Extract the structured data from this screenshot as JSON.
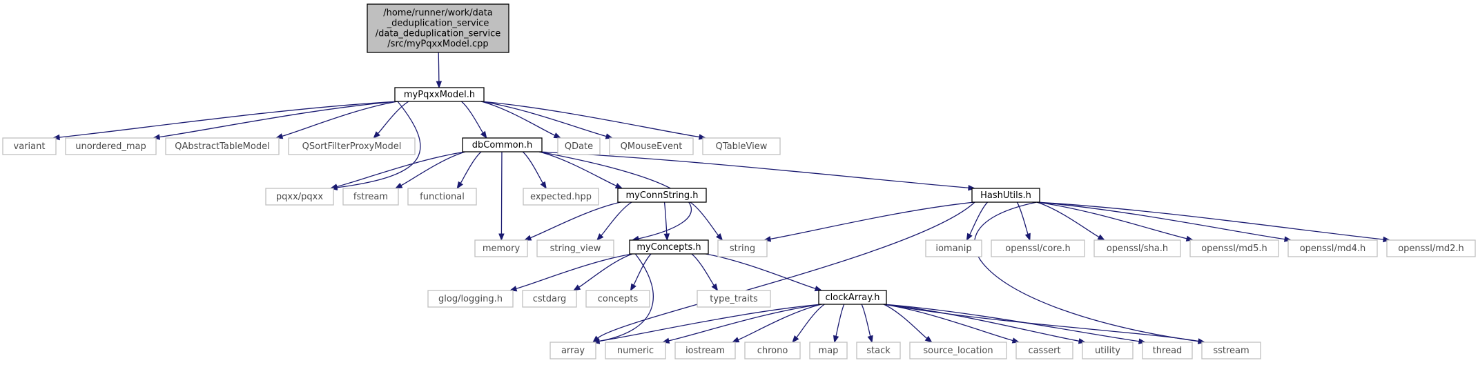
{
  "diagram": {
    "title": "",
    "nodes": [
      {
        "id": "root",
        "kind": "root",
        "lines": [
          "/home/runner/work/data",
          "_deduplication_service",
          "/data_deduplication_service",
          "/src/myPqxxModel.cpp"
        ]
      },
      {
        "id": "myPqxxModel",
        "kind": "main",
        "lines": [
          "myPqxxModel.h"
        ]
      },
      {
        "id": "variant",
        "kind": "ext",
        "lines": [
          "variant"
        ]
      },
      {
        "id": "unordered_map",
        "kind": "ext",
        "lines": [
          "unordered_map"
        ]
      },
      {
        "id": "QAbstractTableModel",
        "kind": "ext",
        "lines": [
          "QAbstractTableModel"
        ]
      },
      {
        "id": "QSortFilterProxyModel",
        "kind": "ext",
        "lines": [
          "QSortFilterProxyModel"
        ]
      },
      {
        "id": "dbCommon",
        "kind": "main",
        "lines": [
          "dbCommon.h"
        ]
      },
      {
        "id": "QDate",
        "kind": "ext",
        "lines": [
          "QDate"
        ]
      },
      {
        "id": "QMouseEvent",
        "kind": "ext",
        "lines": [
          "QMouseEvent"
        ]
      },
      {
        "id": "QTableView",
        "kind": "ext",
        "lines": [
          "QTableView"
        ]
      },
      {
        "id": "pqxx",
        "kind": "ext",
        "lines": [
          "pqxx/pqxx"
        ]
      },
      {
        "id": "fstream",
        "kind": "ext",
        "lines": [
          "fstream"
        ]
      },
      {
        "id": "functional",
        "kind": "ext",
        "lines": [
          "functional"
        ]
      },
      {
        "id": "expected",
        "kind": "ext",
        "lines": [
          "expected.hpp"
        ]
      },
      {
        "id": "myConnString",
        "kind": "main",
        "lines": [
          "myConnString.h"
        ]
      },
      {
        "id": "HashUtils",
        "kind": "main",
        "lines": [
          "HashUtils.h"
        ]
      },
      {
        "id": "memory",
        "kind": "ext",
        "lines": [
          "memory"
        ]
      },
      {
        "id": "string_view",
        "kind": "ext",
        "lines": [
          "string_view"
        ]
      },
      {
        "id": "myConcepts",
        "kind": "main",
        "lines": [
          "myConcepts.h"
        ]
      },
      {
        "id": "string",
        "kind": "ext",
        "lines": [
          "string"
        ]
      },
      {
        "id": "iomanip",
        "kind": "ext",
        "lines": [
          "iomanip"
        ]
      },
      {
        "id": "openssl_core",
        "kind": "ext",
        "lines": [
          "openssl/core.h"
        ]
      },
      {
        "id": "openssl_sha",
        "kind": "ext",
        "lines": [
          "openssl/sha.h"
        ]
      },
      {
        "id": "openssl_md5",
        "kind": "ext",
        "lines": [
          "openssl/md5.h"
        ]
      },
      {
        "id": "openssl_md4",
        "kind": "ext",
        "lines": [
          "openssl/md4.h"
        ]
      },
      {
        "id": "openssl_md2",
        "kind": "ext",
        "lines": [
          "openssl/md2.h"
        ]
      },
      {
        "id": "glog",
        "kind": "ext",
        "lines": [
          "glog/logging.h"
        ]
      },
      {
        "id": "cstdarg",
        "kind": "ext",
        "lines": [
          "cstdarg"
        ]
      },
      {
        "id": "concepts",
        "kind": "ext",
        "lines": [
          "concepts"
        ]
      },
      {
        "id": "type_traits",
        "kind": "ext",
        "lines": [
          "type_traits"
        ]
      },
      {
        "id": "clockArray",
        "kind": "main",
        "lines": [
          "clockArray.h"
        ]
      },
      {
        "id": "array",
        "kind": "ext",
        "lines": [
          "array"
        ]
      },
      {
        "id": "numeric",
        "kind": "ext",
        "lines": [
          "numeric"
        ]
      },
      {
        "id": "iostream",
        "kind": "ext",
        "lines": [
          "iostream"
        ]
      },
      {
        "id": "chrono",
        "kind": "ext",
        "lines": [
          "chrono"
        ]
      },
      {
        "id": "map",
        "kind": "ext",
        "lines": [
          "map"
        ]
      },
      {
        "id": "stack",
        "kind": "ext",
        "lines": [
          "stack"
        ]
      },
      {
        "id": "source_location",
        "kind": "ext",
        "lines": [
          "source_location"
        ]
      },
      {
        "id": "cassert",
        "kind": "ext",
        "lines": [
          "cassert"
        ]
      },
      {
        "id": "utility",
        "kind": "ext",
        "lines": [
          "utility"
        ]
      },
      {
        "id": "thread",
        "kind": "ext",
        "lines": [
          "thread"
        ]
      },
      {
        "id": "sstream",
        "kind": "ext",
        "lines": [
          "sstream"
        ]
      }
    ],
    "edges": [
      [
        "root",
        "myPqxxModel"
      ],
      [
        "myPqxxModel",
        "variant"
      ],
      [
        "myPqxxModel",
        "unordered_map"
      ],
      [
        "myPqxxModel",
        "QAbstractTableModel"
      ],
      [
        "myPqxxModel",
        "QSortFilterProxyModel"
      ],
      [
        "myPqxxModel",
        "dbCommon"
      ],
      [
        "myPqxxModel",
        "QDate"
      ],
      [
        "myPqxxModel",
        "QMouseEvent"
      ],
      [
        "myPqxxModel",
        "QTableView"
      ],
      [
        "myPqxxModel",
        "pqxx"
      ],
      [
        "dbCommon",
        "pqxx"
      ],
      [
        "dbCommon",
        "fstream"
      ],
      [
        "dbCommon",
        "functional"
      ],
      [
        "dbCommon",
        "expected"
      ],
      [
        "dbCommon",
        "myConnString"
      ],
      [
        "dbCommon",
        "memory"
      ],
      [
        "dbCommon",
        "myConcepts"
      ],
      [
        "dbCommon",
        "HashUtils"
      ],
      [
        "myConnString",
        "memory"
      ],
      [
        "myConnString",
        "string_view"
      ],
      [
        "myConnString",
        "myConcepts"
      ],
      [
        "myConnString",
        "string"
      ],
      [
        "HashUtils",
        "string"
      ],
      [
        "HashUtils",
        "iomanip"
      ],
      [
        "HashUtils",
        "openssl_core"
      ],
      [
        "HashUtils",
        "openssl_sha"
      ],
      [
        "HashUtils",
        "openssl_md5"
      ],
      [
        "HashUtils",
        "openssl_md4"
      ],
      [
        "HashUtils",
        "openssl_md2"
      ],
      [
        "HashUtils",
        "array"
      ],
      [
        "HashUtils",
        "sstream"
      ],
      [
        "myConcepts",
        "glog"
      ],
      [
        "myConcepts",
        "cstdarg"
      ],
      [
        "myConcepts",
        "concepts"
      ],
      [
        "myConcepts",
        "type_traits"
      ],
      [
        "myConcepts",
        "clockArray"
      ],
      [
        "myConcepts",
        "array"
      ],
      [
        "clockArray",
        "array"
      ],
      [
        "clockArray",
        "numeric"
      ],
      [
        "clockArray",
        "iostream"
      ],
      [
        "clockArray",
        "chrono"
      ],
      [
        "clockArray",
        "map"
      ],
      [
        "clockArray",
        "stack"
      ],
      [
        "clockArray",
        "source_location"
      ],
      [
        "clockArray",
        "cassert"
      ],
      [
        "clockArray",
        "utility"
      ],
      [
        "clockArray",
        "thread"
      ],
      [
        "clockArray",
        "sstream"
      ]
    ],
    "colors": {
      "edge": "#191970",
      "root_fill": "#bfbfbf",
      "main_border": "#000000",
      "external_border": "#bfbfbf",
      "external_text": "#4a4a4a"
    }
  }
}
